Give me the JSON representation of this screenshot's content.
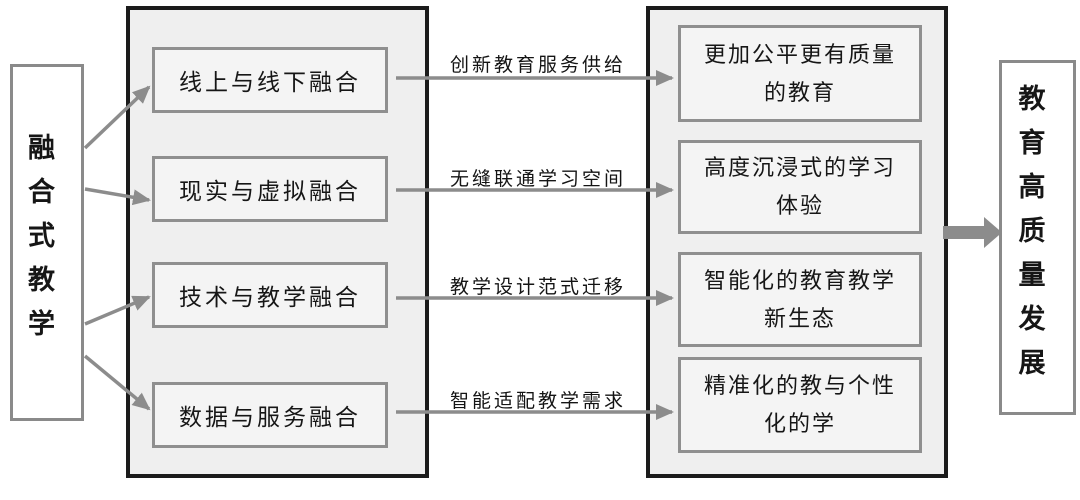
{
  "diagram": {
    "source_box": {
      "label": "融合式教学"
    },
    "rows": [
      {
        "fusion": "线上与线下融合",
        "mechanism": "创新教育服务供给",
        "outcome": "更加公平更有质量\n的教育"
      },
      {
        "fusion": "现实与虚拟融合",
        "mechanism": "无缝联通学习空间",
        "outcome": "高度沉浸式的学习\n体验"
      },
      {
        "fusion": "技术与教学融合",
        "mechanism": "教学设计范式迁移",
        "outcome": "智能化的教育教学\n新生态"
      },
      {
        "fusion": "数据与服务融合",
        "mechanism": "智能适配教学需求",
        "outcome": "精准化的教与个性\n化的学"
      }
    ],
    "target_box": {
      "label": "教育高质量发展"
    },
    "colors": {
      "container_border": "#1b1b1b",
      "container_fill": "#efefef",
      "inner_box_border": "#8f8f8f",
      "inner_box_fill": "#f4f4f4",
      "outer_box_border": "#8a8a8a",
      "arrow": "#8c8c8c",
      "text": "#161616"
    }
  }
}
